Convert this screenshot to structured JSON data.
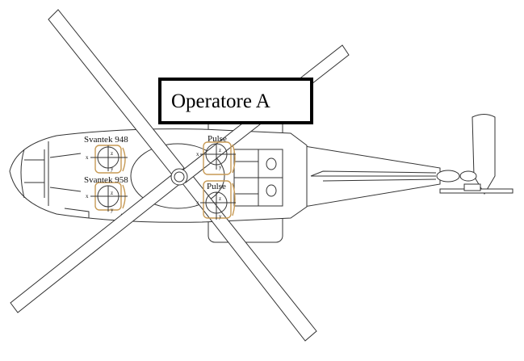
{
  "title_box": {
    "label": "Operatore A"
  },
  "sensors": [
    {
      "label": "Svantek 948",
      "axes": {
        "x": "x",
        "y": "y",
        "z": "z"
      }
    },
    {
      "label": "Svantek 958",
      "axes": {
        "x": "x",
        "y": "y",
        "z": "z"
      }
    },
    {
      "label": "Pulse",
      "axes": {
        "x": "x",
        "y": "y",
        "z": "z"
      }
    },
    {
      "label": "Pulse",
      "axes": {
        "x": "x",
        "y": "y",
        "z": "z"
      }
    }
  ],
  "colors": {
    "seat": "#c79a55",
    "line": "#333333"
  }
}
